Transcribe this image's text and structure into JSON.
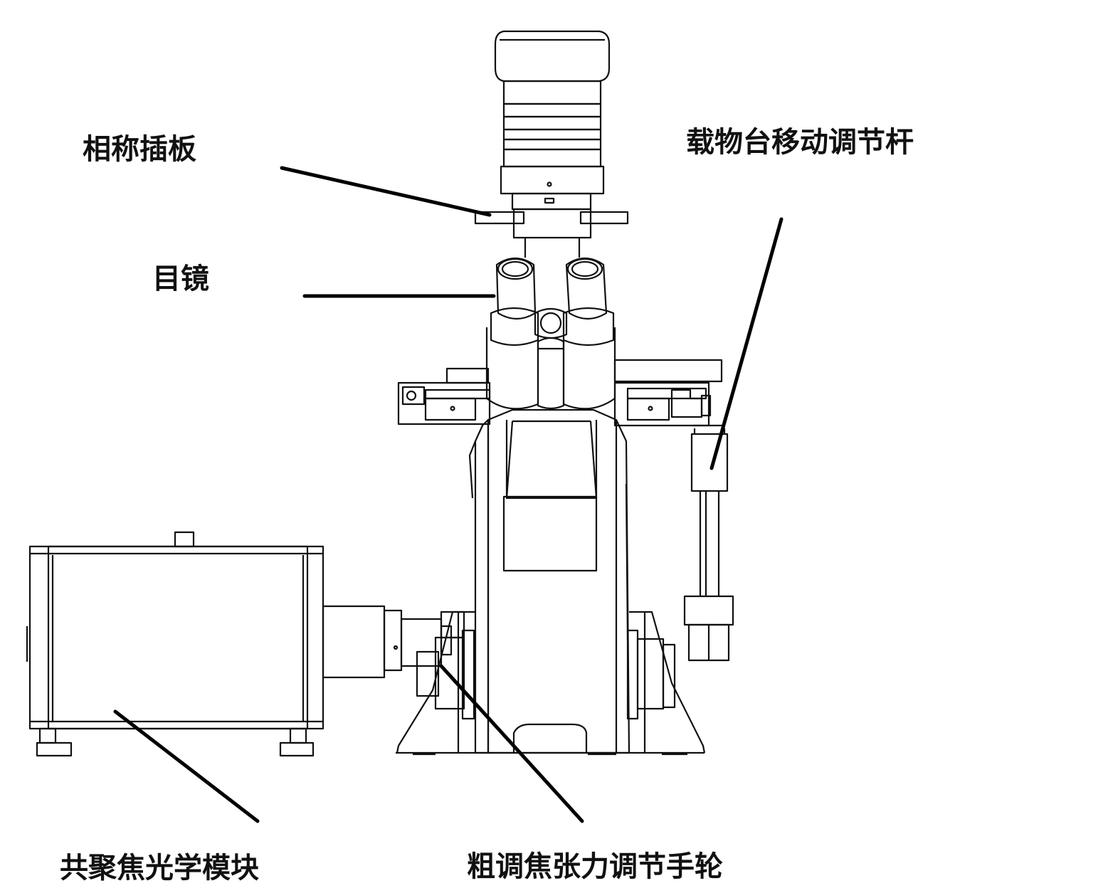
{
  "labels": {
    "phase_plate": "相称插板",
    "eyepiece": "目镜",
    "stage_rod": "载物台移动调节杆",
    "confocal_module": "共聚焦光学模块",
    "coarse_focus_wheel": "粗调焦张力调节手轮"
  },
  "colors": {
    "line": "#111111",
    "leader": "#000000",
    "background": "#ffffff"
  }
}
